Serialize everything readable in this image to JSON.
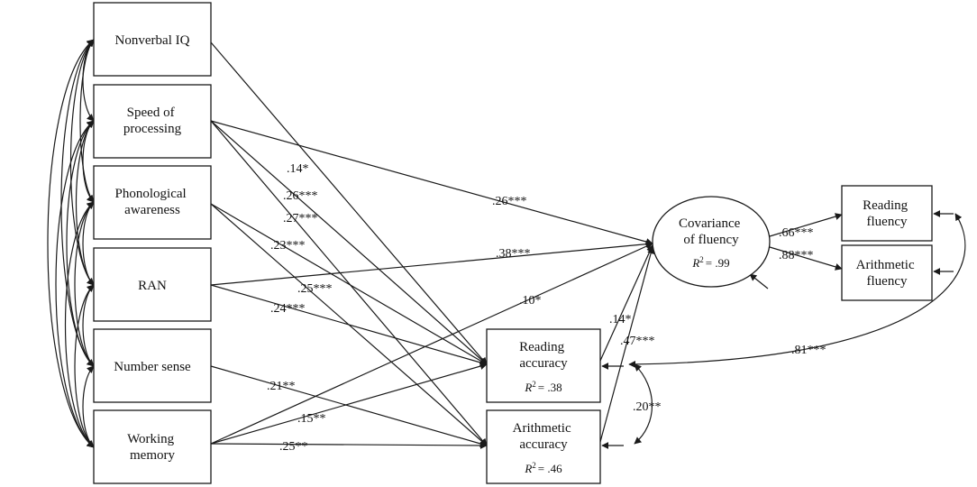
{
  "predictors": {
    "nonverbal_iq": [
      "Nonverbal IQ"
    ],
    "speed_of_processing": [
      "Speed of",
      "processing"
    ],
    "phonological_awareness": [
      "Phonological",
      "awareness"
    ],
    "ran": [
      "RAN"
    ],
    "number_sense": [
      "Number sense"
    ],
    "working_memory": [
      "Working",
      "memory"
    ]
  },
  "outcomes": {
    "covariance_of_fluency": {
      "label": [
        "Covariance",
        "of fluency"
      ],
      "r2": "= .99"
    },
    "reading_accuracy": {
      "label": [
        "Reading",
        "accuracy"
      ],
      "r2": "= .38"
    },
    "arithmetic_accuracy": {
      "label": [
        "Arithmetic",
        "accuracy"
      ],
      "r2": "= .46"
    },
    "reading_fluency": {
      "label": [
        "Reading",
        "fluency"
      ]
    },
    "arithmetic_fluency": {
      "label": [
        "Arithmetic",
        "fluency"
      ]
    }
  },
  "r2_symbol": "R",
  "r2_superscript": "2",
  "coefficients": {
    "niq_ra": ".14*",
    "sop_aa": ".26***",
    "sop_cov": ".26***",
    "sop_ra": ".27***",
    "pa_ra": ".23***",
    "pa_aa": ".25***",
    "ran_cov": ".38***",
    "ran_ra": ".24***",
    "wm_cov": ".10*",
    "ns_aa": ".21**",
    "wm_ra": ".15**",
    "wm_aa": ".25**",
    "cov_rf": ".66***",
    "cov_af": ".88***",
    "ra_cov": ".14*",
    "aa_cov": ".47***",
    "ra_aa_corr": ".20**",
    "rf_ra_corr": ".81***"
  }
}
